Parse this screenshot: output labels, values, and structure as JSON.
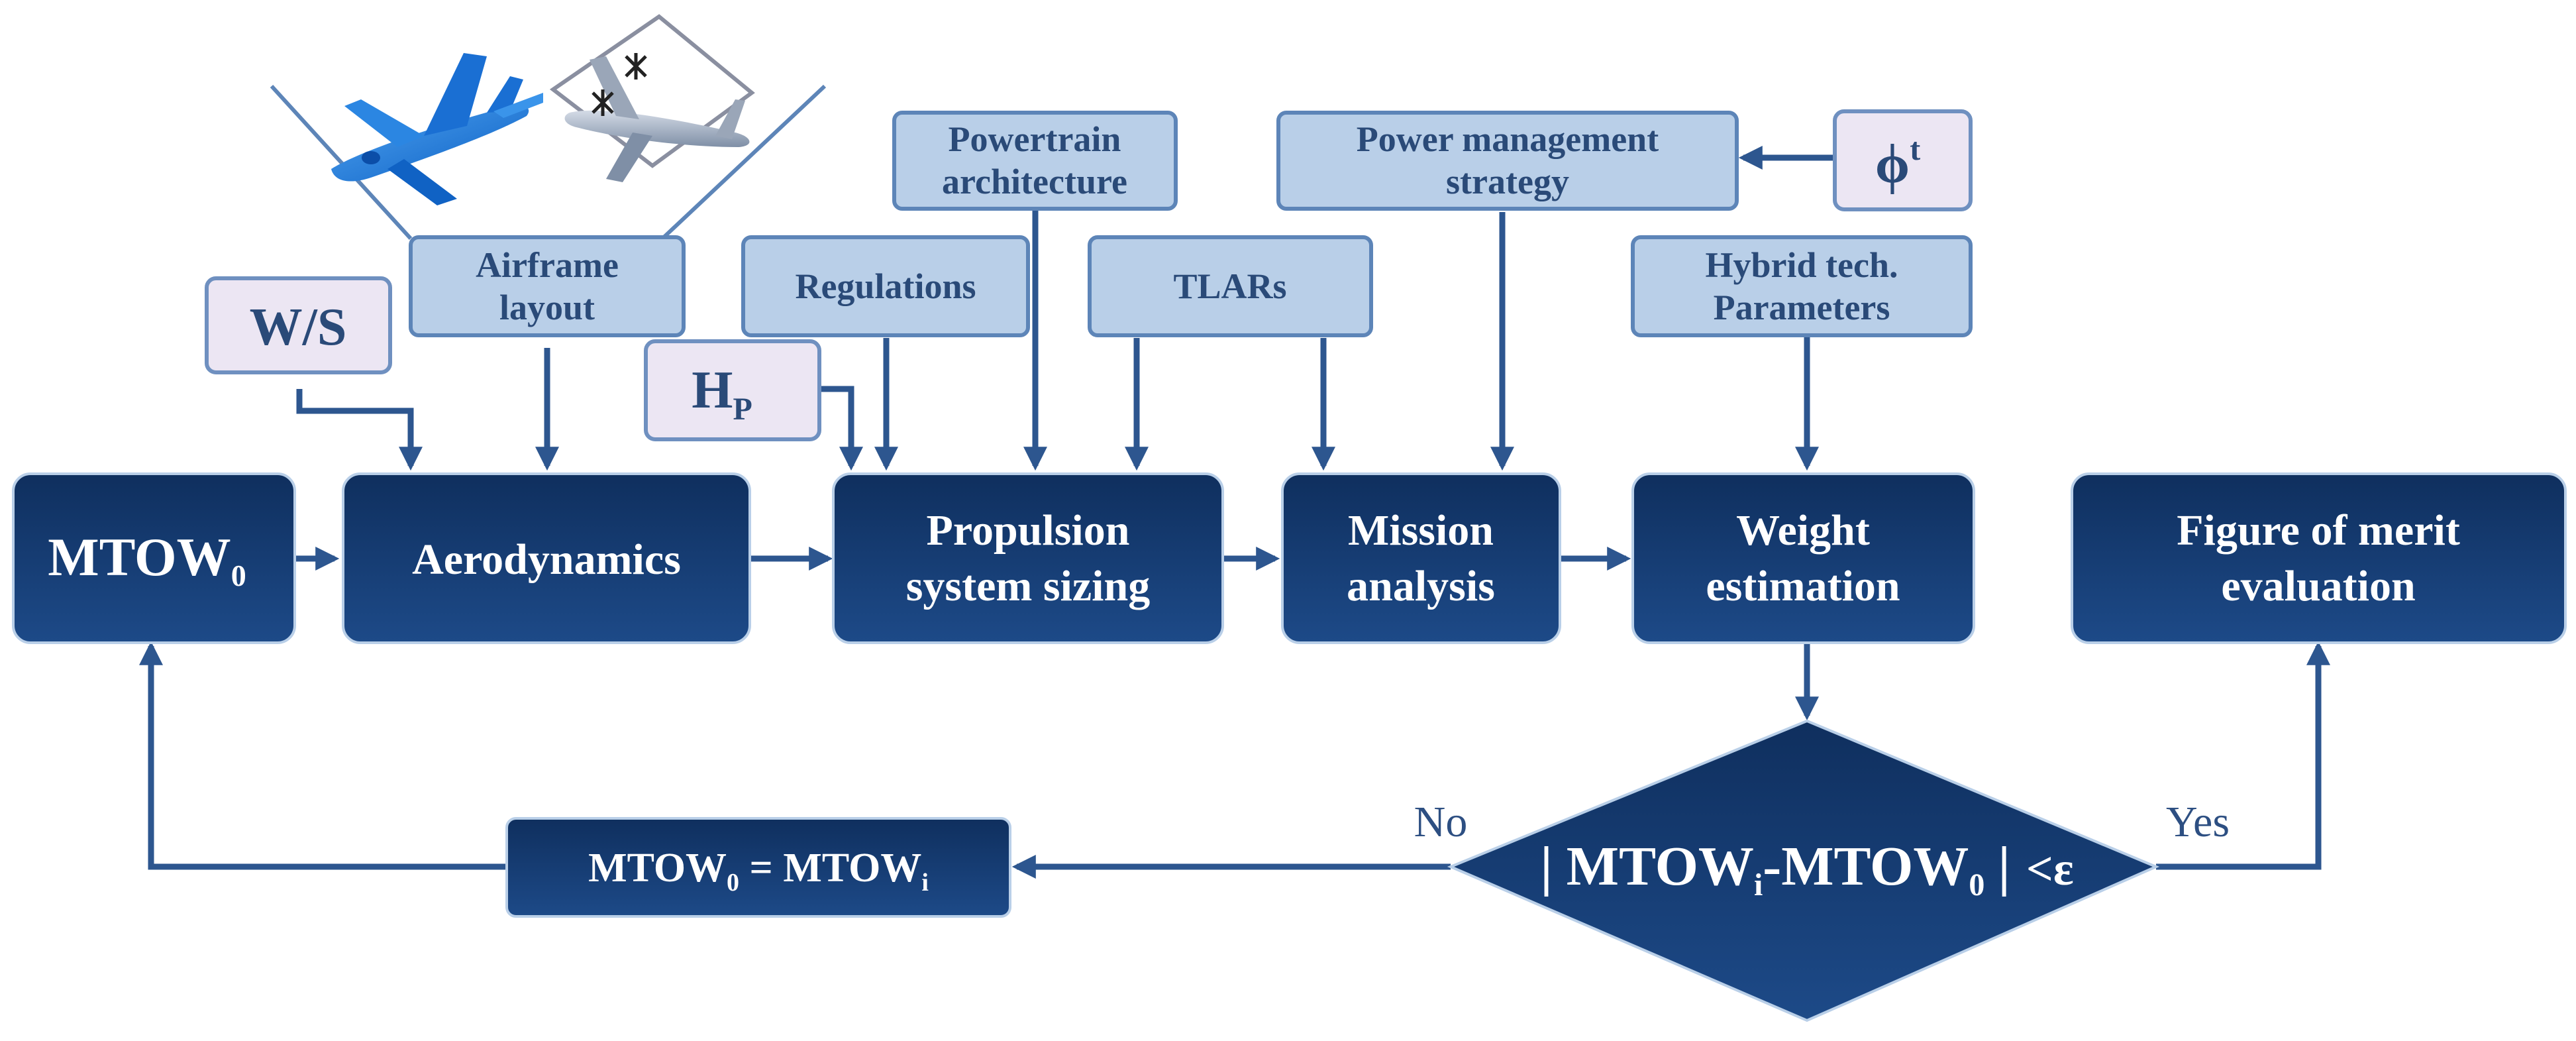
{
  "colors": {
    "dark_box": "#183f78",
    "dark_box_top": "#0f2f5e",
    "light_box": "#b9cfe8",
    "light_box_border": "#5d85b8",
    "param_box": "#ece6f3",
    "param_box_border": "#6f90c0",
    "arrow": "#2d568f",
    "diamond": "#183f78",
    "dark_text": "#ffffff",
    "light_text": "#2a4a78",
    "label_text": "#2d4f82"
  },
  "illustrations": {
    "jet_icon": "blue-jet-aircraft-icon",
    "propeller_icon": "propeller-aircraft-icon"
  },
  "process": {
    "mtow0": {
      "main": "MTOW",
      "sub": "0"
    },
    "aerodynamics": "Aerodynamics",
    "propulsion": [
      "Propulsion",
      "system sizing"
    ],
    "mission": [
      "Mission",
      "analysis"
    ],
    "weight": [
      "Weight",
      "estimation"
    ],
    "merit": [
      "Figure of merit",
      "evaluation"
    ]
  },
  "inputs": {
    "ws": "W/S",
    "airframe": [
      "Airframe",
      "layout"
    ],
    "hp": {
      "main": "H",
      "sub": "P"
    },
    "regulations": "Regulations",
    "powertrain": [
      "Powertrain",
      "architecture"
    ],
    "tlars": "TLARs",
    "power_mgmt": [
      "Power management",
      "strategy"
    ],
    "phi": {
      "main": "ϕ",
      "sup": "t"
    },
    "hybrid": [
      "Hybrid tech.",
      "Parameters"
    ]
  },
  "decision": {
    "bar_left": "|",
    "lhs": "MTOW",
    "lhs_sub": "i",
    "minus": "-MTOW",
    "rhs_sub": "0",
    "bar_right": "|",
    "cond": "<ε",
    "no_label": "No",
    "yes_label": "Yes"
  },
  "update": {
    "lhs": "MTOW",
    "lhs_sub": "0",
    "eq": " = MTOW",
    "rhs_sub": "i"
  }
}
